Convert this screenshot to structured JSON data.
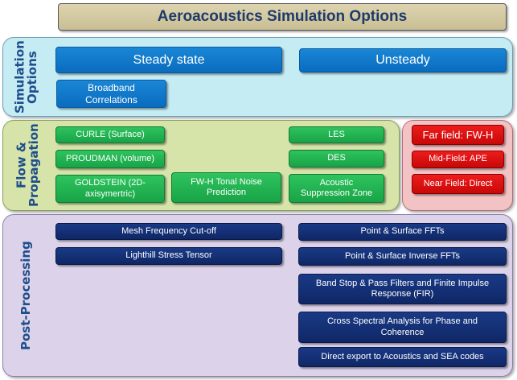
{
  "title": "Aeroacoustics Simulation Options",
  "sections": {
    "simulation": {
      "label": "Simulation Options",
      "items": [
        "Steady state",
        "Unsteady",
        "Broadband Correlations"
      ]
    },
    "flow": {
      "label": "Flow & Propagation",
      "items": [
        "CURLE  (Surface)",
        "PROUDMAN (volume)",
        "GOLDSTEIN (2D-axisymertric)",
        "FW-H Tonal Noise Prediction",
        "LES",
        "DES",
        "Acoustic Suppression Zone"
      ]
    },
    "field": {
      "items": [
        "Far field: FW-H",
        "Mid-Field: APE",
        "Near Field: Direct"
      ]
    },
    "post": {
      "label": "Post-Processing",
      "items": [
        "Mesh Frequency Cut-off",
        "Lighthill Stress Tensor",
        "Point  & Surface FFTs",
        "Point & Surface Inverse  FFTs",
        "Band Stop & Pass Filters and Finite Impulse Response (FIR)",
        "Cross Spectral Analysis for Phase and Coherence",
        "Direct export to Acoustics and SEA codes"
      ]
    }
  }
}
